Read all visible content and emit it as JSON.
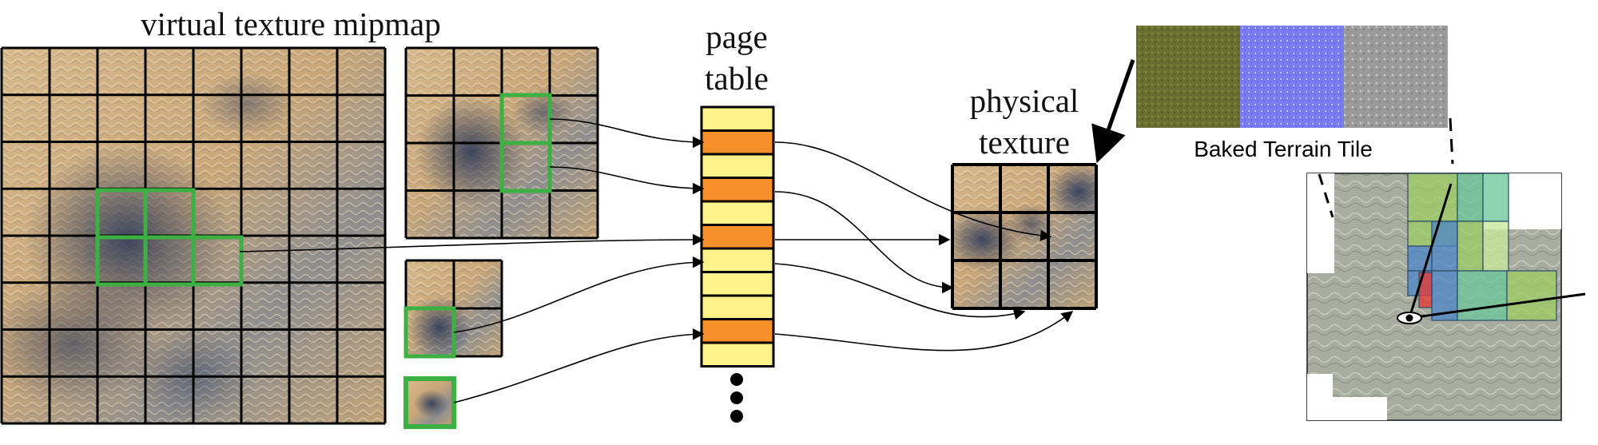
{
  "labels": {
    "virtual_mipmap": "virtual texture mipmap",
    "page_table_line1": "page",
    "page_table_line2": "table",
    "physical_line1": "physical",
    "physical_line2": "texture",
    "baked_tile": "Baked Terrain Tile"
  },
  "colors": {
    "grid_line": "#000000",
    "highlight_green": "#3cb043",
    "page_yellow": "#fff28a",
    "page_orange": "#f7902a",
    "terrain_sand": "#c9a77a",
    "terrain_shadow": "#3b4b6a",
    "tile_moss": "#6b6e2e",
    "tile_normal": "#7b7cf0",
    "tile_gray": "#9a9a9a",
    "map_base": "#a9ad9f",
    "quad_green": "#9ccc65",
    "quad_blue": "#4f86c6",
    "quad_teal": "#6cc79a",
    "quad_lightgreen": "#c7e89a",
    "quad_red": "#e53935"
  },
  "page_table": {
    "entries": [
      "yellow",
      "orange",
      "yellow",
      "orange",
      "yellow",
      "orange",
      "yellow",
      "yellow",
      "yellow",
      "orange",
      "yellow"
    ]
  },
  "icons": {
    "eye": "eye-icon",
    "ellipsis": "vertical-ellipsis-icon"
  }
}
